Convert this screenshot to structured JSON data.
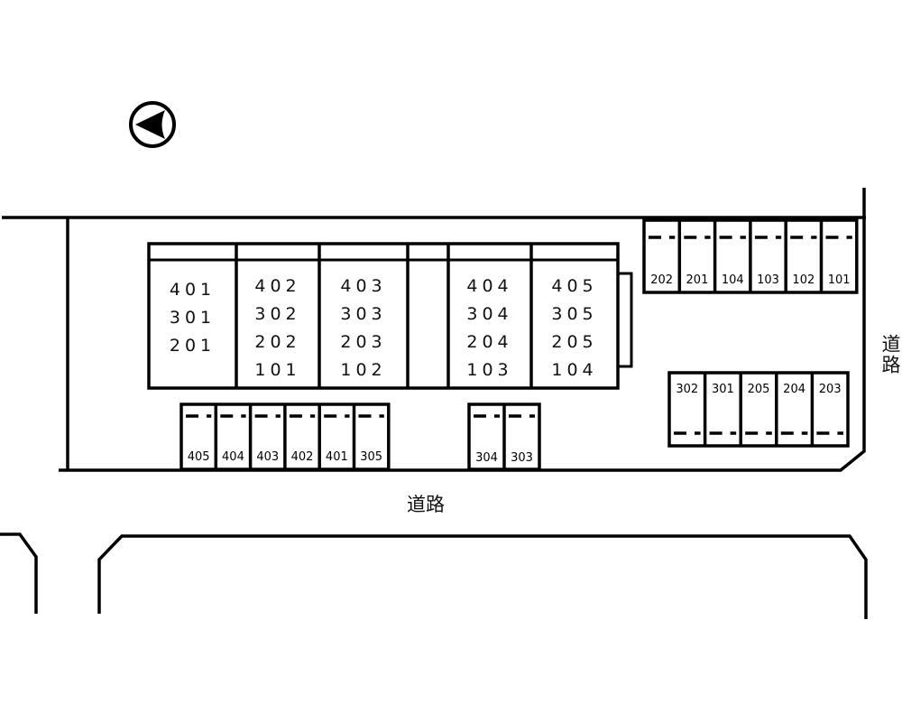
{
  "compass": {
    "icon": "north-arrow-icon"
  },
  "road_labels": {
    "bottom": "道路",
    "right": "道路"
  },
  "building": {
    "blocks": [
      {
        "units": [
          "401",
          "301",
          "201"
        ]
      },
      {
        "units": [
          "402",
          "302",
          "202",
          "101"
        ]
      },
      {
        "units": [
          "403",
          "303",
          "203",
          "102"
        ]
      },
      {
        "units": [
          "404",
          "304",
          "204",
          "103"
        ]
      },
      {
        "units": [
          "405",
          "305",
          "205",
          "104"
        ]
      }
    ]
  },
  "parking": {
    "top_right": [
      "202",
      "201",
      "104",
      "103",
      "102",
      "101"
    ],
    "middle_right": [
      "302",
      "301",
      "205",
      "204",
      "203"
    ],
    "bottom_left": [
      "405",
      "404",
      "403",
      "402",
      "401",
      "305"
    ],
    "bottom_middle": [
      "304",
      "303"
    ]
  }
}
